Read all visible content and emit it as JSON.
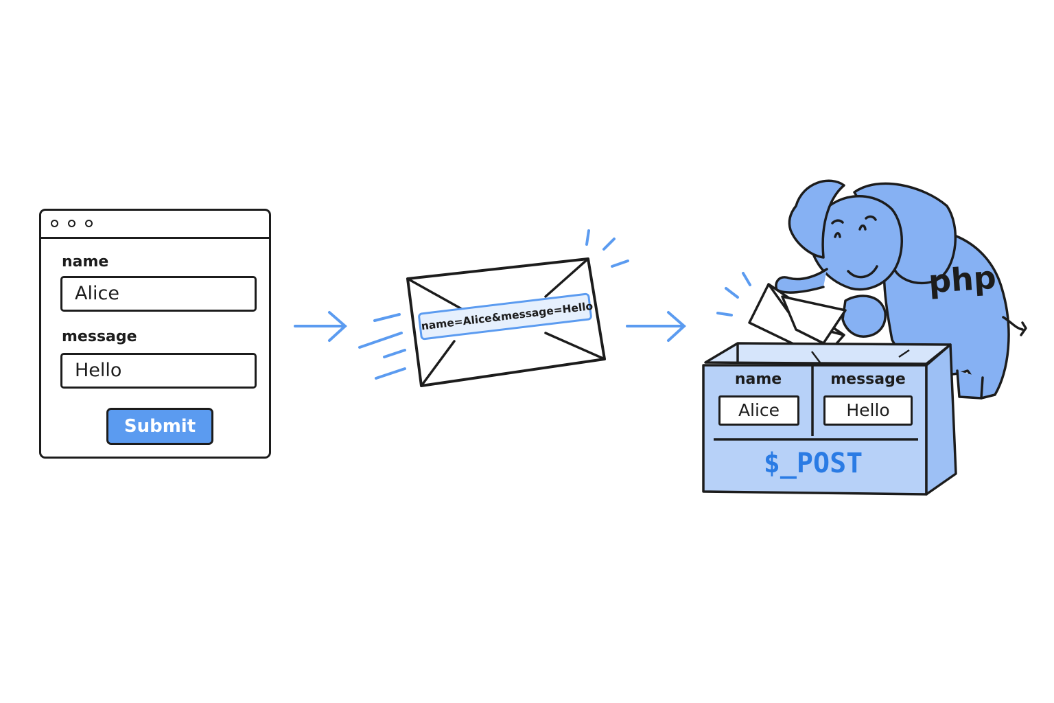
{
  "colors": {
    "accent": "#5b9bf0",
    "accent_dark": "#2a7be4",
    "elephant": "#86b1f3",
    "box_fill": "#b7d1f8",
    "ink": "#1c1c1c"
  },
  "form": {
    "fields": [
      {
        "label": "name",
        "value": "Alice"
      },
      {
        "label": "message",
        "value": "Hello"
      }
    ],
    "submit_label": "Submit"
  },
  "envelope": {
    "payload": "name=Alice&message=Hello"
  },
  "server": {
    "logo_text": "php",
    "box": {
      "columns": [
        {
          "label": "name",
          "value": "Alice"
        },
        {
          "label": "message",
          "value": "Hello"
        }
      ],
      "title": "$_POST"
    }
  },
  "icons": [
    "browser-window-icon",
    "arrow-right-icon",
    "envelope-icon",
    "elephant-icon",
    "box-icon"
  ]
}
